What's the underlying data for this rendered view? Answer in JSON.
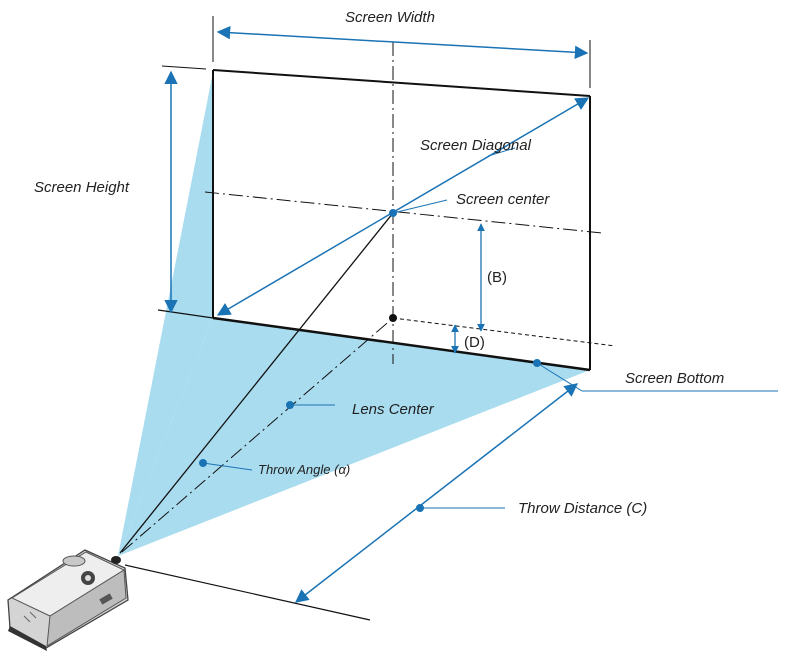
{
  "labels": {
    "screen_width": "Screen Width",
    "screen_height": "Screen Height",
    "screen_diagonal": "Screen Diagonal",
    "screen_center": "Screen center",
    "b": "(B)",
    "d": "(D)",
    "screen_bottom": "Screen Bottom",
    "lens_center": "Lens Center",
    "throw_angle": "Throw Angle (α)",
    "throw_distance": "Throw Distance (C)"
  },
  "colors": {
    "projection_fill": "#a9dcef",
    "dimension_line": "#1a73b5",
    "outline": "#111111"
  },
  "icons": {
    "projector": "projector-icon"
  }
}
